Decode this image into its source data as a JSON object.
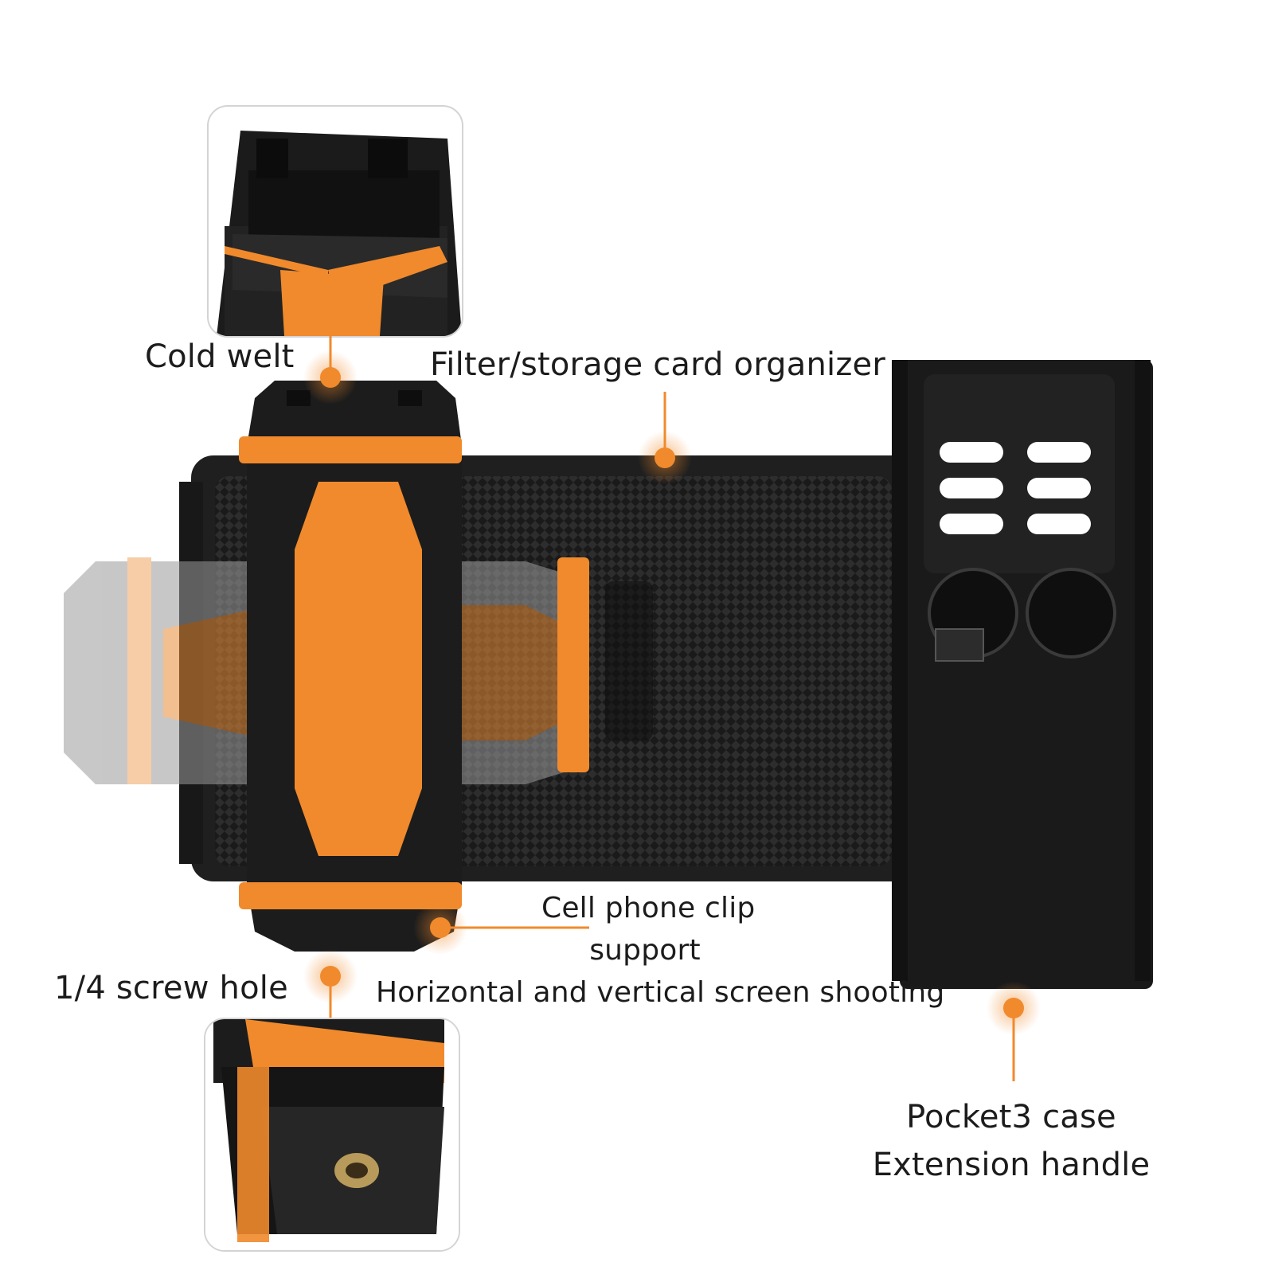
{
  "callouts": {
    "cold_welt": "Cold welt",
    "filter_organizer": "Filter/storage card organizer",
    "phone_clip_line1": "Cell phone clip",
    "phone_clip_line2": "support",
    "phone_clip_line3": "Horizontal and vertical screen shooting",
    "screw_hole": "1/4 screw hole",
    "pocket3_line1": "Pocket3 case",
    "pocket3_line2": "Extension handle"
  },
  "colors": {
    "accent": "#f08a2c",
    "body": "#1e1e1e",
    "mesh": "#2b2b2b",
    "background": "#ffffff"
  }
}
